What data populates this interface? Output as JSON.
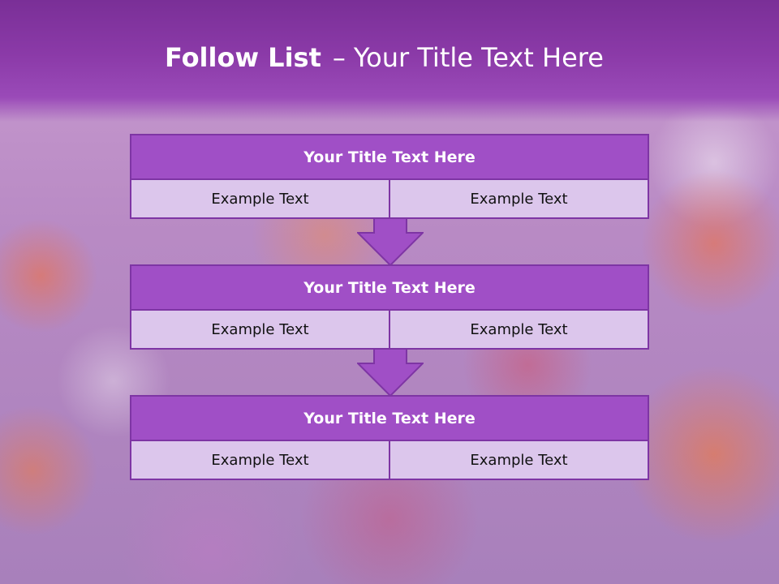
{
  "slide": {
    "title_bold": "Follow List",
    "title_separator": "–",
    "title_rest": "Your Title Text Here"
  },
  "blocks": [
    {
      "title": "Your Title Text Here",
      "cells": [
        "Example Text",
        "Example Text"
      ]
    },
    {
      "title": "Your Title Text Here",
      "cells": [
        "Example Text",
        "Example Text"
      ]
    },
    {
      "title": "Your Title Text Here",
      "cells": [
        "Example Text",
        "Example Text"
      ]
    }
  ],
  "colors": {
    "header": "#8b3aa8",
    "block_title": "#a04fc6",
    "block_cell": "#dcc6ec",
    "border": "#7e35a4",
    "arrow": "#a04fc6"
  }
}
